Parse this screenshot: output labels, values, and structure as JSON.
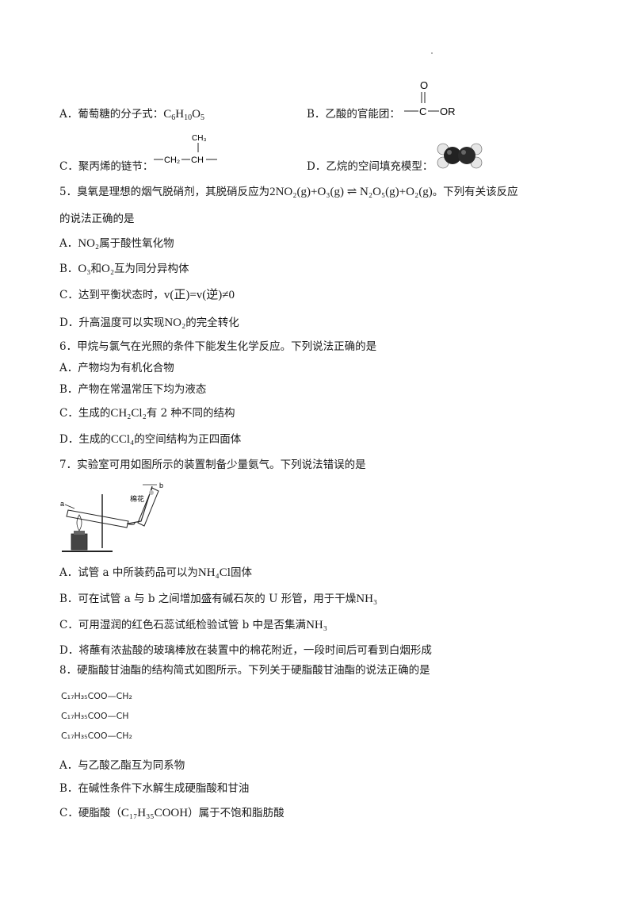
{
  "q4_options": {
    "a": {
      "label": "A．",
      "text": "葡萄糖的分子式：",
      "formula": [
        "C",
        "6",
        "H",
        "10",
        "O",
        "5"
      ]
    },
    "b": {
      "label": "B．",
      "text": "乙酸的官能团：",
      "struct_o": "O",
      "struct_c": "C",
      "struct_or": "OR"
    },
    "c": {
      "label": "C．",
      "text": "聚丙烯的链节：",
      "ch3": "CH₃",
      "ch2": "CH₂",
      "ch": "CH"
    },
    "d": {
      "label": "D．",
      "text": "乙烷的空间填充模型："
    }
  },
  "q5": {
    "stem_1": "5．臭氧是理想的烟气脱硝剂，其脱硝反应为",
    "equation": "2NO₂(g)+O₃(g) ⇌ N₂O₅(g)+O₂(g)",
    "stem_1b": "。下列有关该反应",
    "stem_2": "的说法正确的是",
    "a_label": "A．",
    "a_formula": "NO₂",
    "a_text": "属于酸性氧化物",
    "b_label": "B．",
    "b_f1": "O₃",
    "b_mid": "和",
    "b_f2": "O₂",
    "b_text": "互为同分异构体",
    "c_label": "C．",
    "c_text": "达到平衡状态时，",
    "c_expr": "v(正)=v(逆)≠0",
    "d_label": "D．",
    "d_text1": "升高温度可以实现",
    "d_formula": "NO₂",
    "d_text2": "的完全转化"
  },
  "q6": {
    "stem": "6．甲烷与氯气在光照的条件下能发生化学反应。下列说法正确的是",
    "a": "A．产物均为有机化合物",
    "b": "B．产物在常温常压下均为液态",
    "c_label": "C．生成的",
    "c_formula": "CH₂Cl₂",
    "c_text": "有 2 种不同的结构",
    "d_label": "D．生成的",
    "d_formula": "CCl₄",
    "d_text": "的空间结构为正四面体"
  },
  "q7": {
    "stem": "7．实验室可用如图所示的装置制备少量氨气。下列说法错误的是",
    "fig_a": "a",
    "fig_b": "b",
    "fig_cotton": "棉花",
    "a_text1": "A．试管 a 中所装药品可以为",
    "a_formula": "NH₄Cl",
    "a_text2": "固体",
    "b_text1": "B．可在试管 a 与 b 之间增加盛有碱石灰的 U 形管，用于干燥",
    "b_formula": "NH₃",
    "c_text1": "C．可用湿润的红色石蕊试纸检验试管 b 中是否集满",
    "c_formula": "NH₃",
    "d": "D．将蘸有浓盐酸的玻璃棒放在装置中的棉花附近，一段时间后可看到白烟形成"
  },
  "q8": {
    "stem": "8．硬脂酸甘油酯的结构简式如图所示。下列关于硬脂酸甘油酯的说法正确的是",
    "struct_row1": "C₁₇H₃₅COO—CH₂",
    "struct_row2": "C₁₇H₃₅COO—CH",
    "struct_row3": "C₁₇H₃₅COO—CH₂",
    "a": "A．与乙酸乙酯互为同系物",
    "b": "B．在碱性条件下水解生成硬脂酸和甘油",
    "c_text1": "C．硬脂酸（",
    "c_formula": "C₁₇H₃₅COOH",
    "c_text2": "）属于不饱和脂肪酸"
  }
}
